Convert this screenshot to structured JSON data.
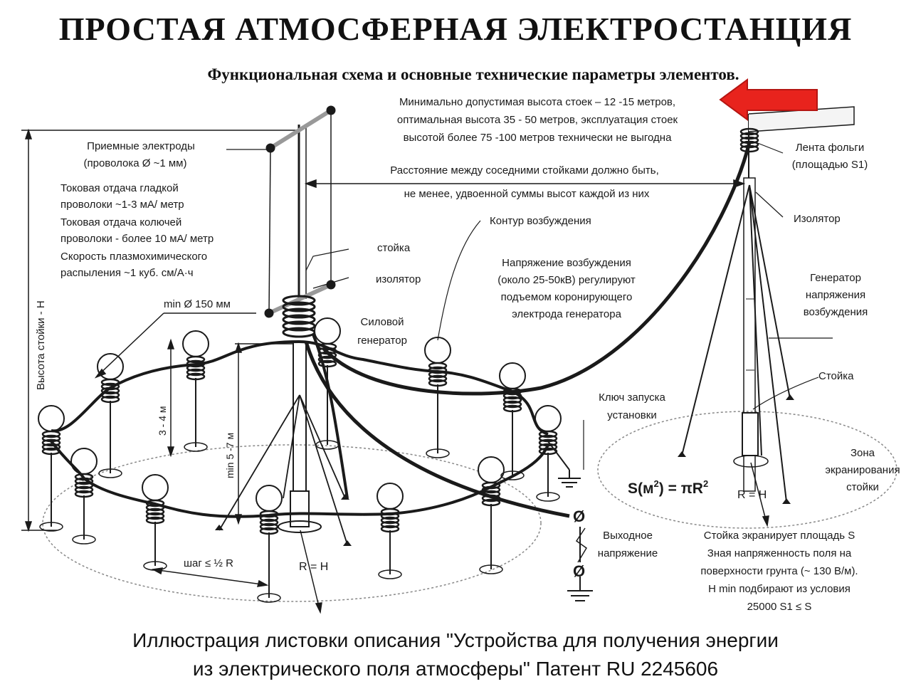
{
  "title": "ПРОСТАЯ  АТМОСФЕРНАЯ  ЭЛЕКТРОСТАНЦИЯ",
  "subtitle": "Функциональная схема и основные технические параметры элементов.",
  "caption_line1": "Иллюстрация листовки описания \"Устройства для получения энергии",
  "caption_line2": "из электрического поля атмосферы\" Патент RU 2245606",
  "colors": {
    "arrow": "#e8231d",
    "ink": "#1a1a1a",
    "background": "#ffffff"
  },
  "labels": {
    "height_note": [
      "Минимально допустимая высота стоек – 12 -15 метров,",
      "оптимальная высота 35 - 50 метров, эксплуатация стоек",
      "высотой более 75 -100 метров технически не выгодна"
    ],
    "receiving_electrodes": [
      "Приемные электроды",
      "(проволока Ø ~1 мм)"
    ],
    "current_output": [
      "Токовая отдача гладкой",
      "проволоки  ~1-3 мА/ метр",
      "Токовая отдача колючей",
      "проволоки - более 10 мА/ метр",
      "Скорость плазмохимического",
      "распыления  ~1 куб. см/А·ч"
    ],
    "distance_note": [
      "Расстояние между соседними стойками должно быть,",
      "не менее, удвоенной суммы высот каждой из них"
    ],
    "foil_tape": [
      "Лента фольги",
      "(площадью S1)"
    ],
    "insulator_right": "Изолятор",
    "excitation_circuit": "Контур возбуждения",
    "excitation_voltage": [
      "Напряжение возбуждения",
      "(около 25-50кВ) регулируют",
      "подъемом коронирующего",
      "электрода генератора"
    ],
    "post": "стойка",
    "insulator": "изолятор",
    "power_generator": [
      "Силовой",
      "генератор"
    ],
    "excitation_generator": [
      "Генератор",
      "напряжения",
      "возбуждения"
    ],
    "post_right": "Стойка",
    "min_diameter": "min Ø 150 мм",
    "height_3_4": "3 - 4 м",
    "min_height": "min 5 -7 м",
    "post_height": "Высота стойки - H",
    "start_key": [
      "Ключ запуска",
      "установки"
    ],
    "screening_zone": [
      "Зона",
      "экранирования",
      "стойки"
    ],
    "formula_main": "S(м",
    "formula_exp1": "2",
    "formula_mid": ") = πR",
    "formula_exp2": "2",
    "r_equals_h": "R = H",
    "output_voltage": [
      "Выходное",
      "напряжение"
    ],
    "screening_note": [
      "Стойка экранирует площадь S",
      "Зная напряженность поля на",
      "поверхности грунта (~ 130 В/м).",
      "H min подбирают из условия",
      "25000 S1 ≤ S"
    ],
    "step": "шаг ≤ ½ R",
    "r_equals_h_bottom": "R = H",
    "terminal_symbol": "Ø"
  }
}
